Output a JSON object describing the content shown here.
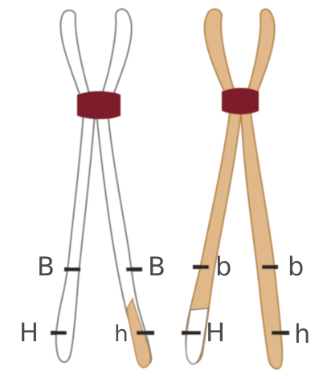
{
  "colors": {
    "background": "#ffffff",
    "outline": "#7a7a7a",
    "white_chromatid_fill": "#ffffff",
    "tan_chromatid_fill": "#e0b889",
    "tan_chromatid_outline": "#b88a52",
    "centromere": "#7d1a2a",
    "band": "#2a2a2a",
    "label_text": "#4a4a4a"
  },
  "labels": {
    "left_chromosome": {
      "left_chromatid_upper": "B",
      "right_chromatid_upper": "B",
      "left_chromatid_lower": "H",
      "right_chromatid_lower": "h"
    },
    "right_chromosome": {
      "left_chromatid_upper": "b",
      "right_chromatid_upper": "b",
      "left_chromatid_lower": "H",
      "right_chromatid_lower": "h"
    }
  }
}
